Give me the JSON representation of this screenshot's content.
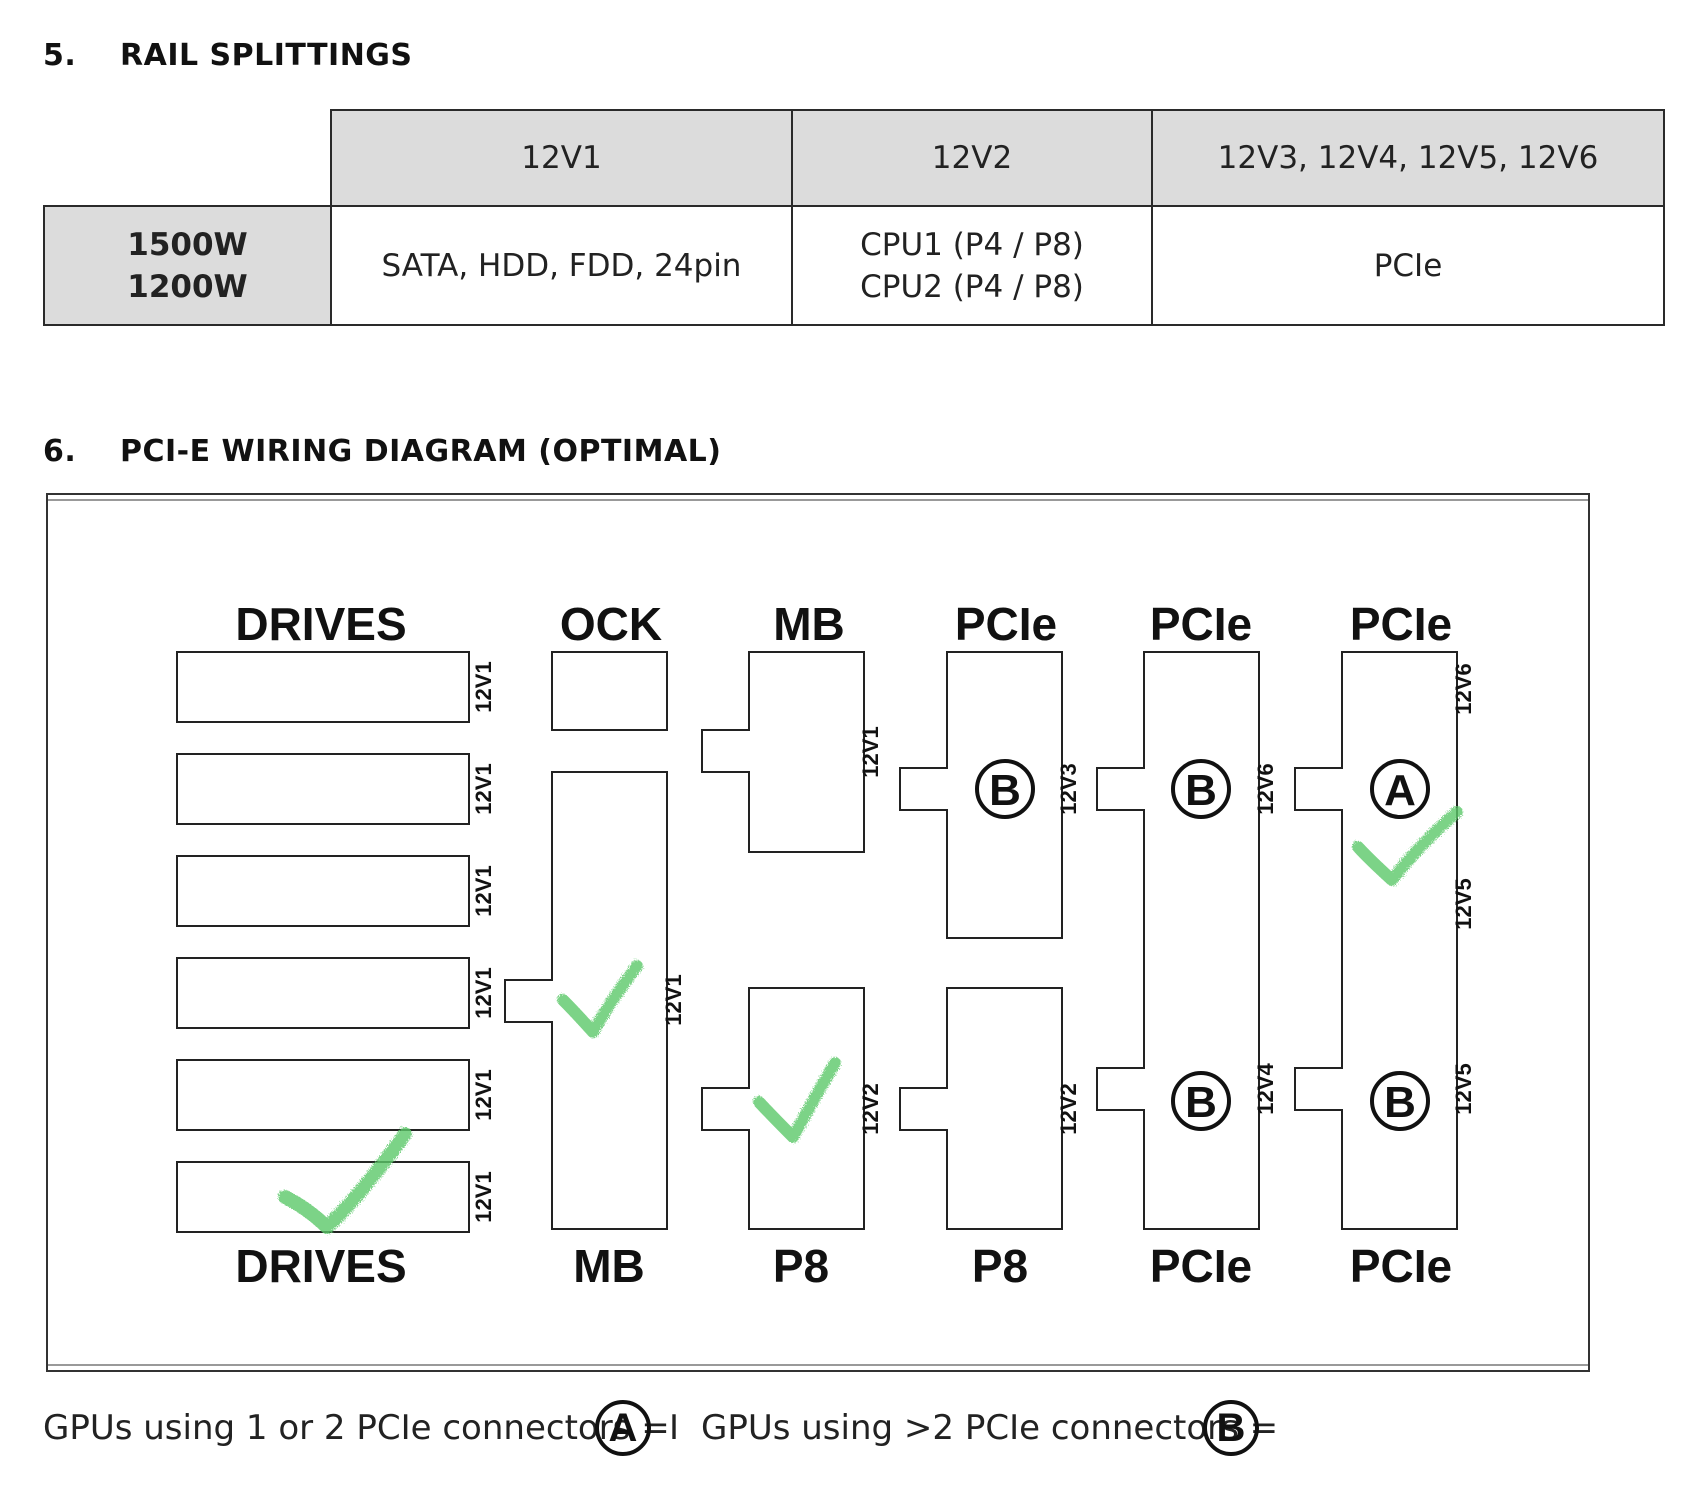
{
  "section5": {
    "number": "5.",
    "title": "RAIL SPLITTINGS"
  },
  "rail_table": {
    "headers": [
      "12V1",
      "12V2",
      "12V3, 12V4, 12V5, 12V6"
    ],
    "row_head": [
      "1500W",
      "1200W"
    ],
    "cells": {
      "v1": "SATA, HDD, FDD, 24pin",
      "v2": [
        "CPU1 (P4 / P8)",
        "CPU2 (P4 / P8)"
      ],
      "v3": "PCIe"
    }
  },
  "section6": {
    "number": "6.",
    "title": "PCI-E WIRING DIAGRAM (OPTIMAL)"
  },
  "diagram": {
    "top_labels": [
      "DRIVES",
      "OCK",
      "MB",
      "PCIe",
      "PCIe",
      "PCIe"
    ],
    "bottom_labels": [
      "DRIVES",
      "MB",
      "P8",
      "P8",
      "PCIe",
      "PCIe"
    ],
    "drive_rails": [
      "12V1",
      "12V1",
      "12V1",
      "12V1",
      "12V1",
      "12V1"
    ],
    "col2_rail": "12V1",
    "col3_rails": [
      "12V1",
      "12V2"
    ],
    "col4_rails": [
      "12V3",
      "12V2"
    ],
    "col5_rails": [
      "12V6",
      "12V4"
    ],
    "col6_rails": [
      "12V6",
      "12V5",
      "12V5"
    ],
    "badges": {
      "col4_top": "B",
      "col5_top": "B",
      "col5_bottom": "B",
      "col6_top": "A",
      "col6_bottom": "B"
    },
    "check_color": "#5cc96a"
  },
  "legend": {
    "text_a": "GPUs using 1 or 2 PCIe connectors =",
    "badge_a": "A",
    "separator": "I",
    "text_b": "GPUs using >2 PCIe connectors =",
    "badge_b": "B"
  }
}
